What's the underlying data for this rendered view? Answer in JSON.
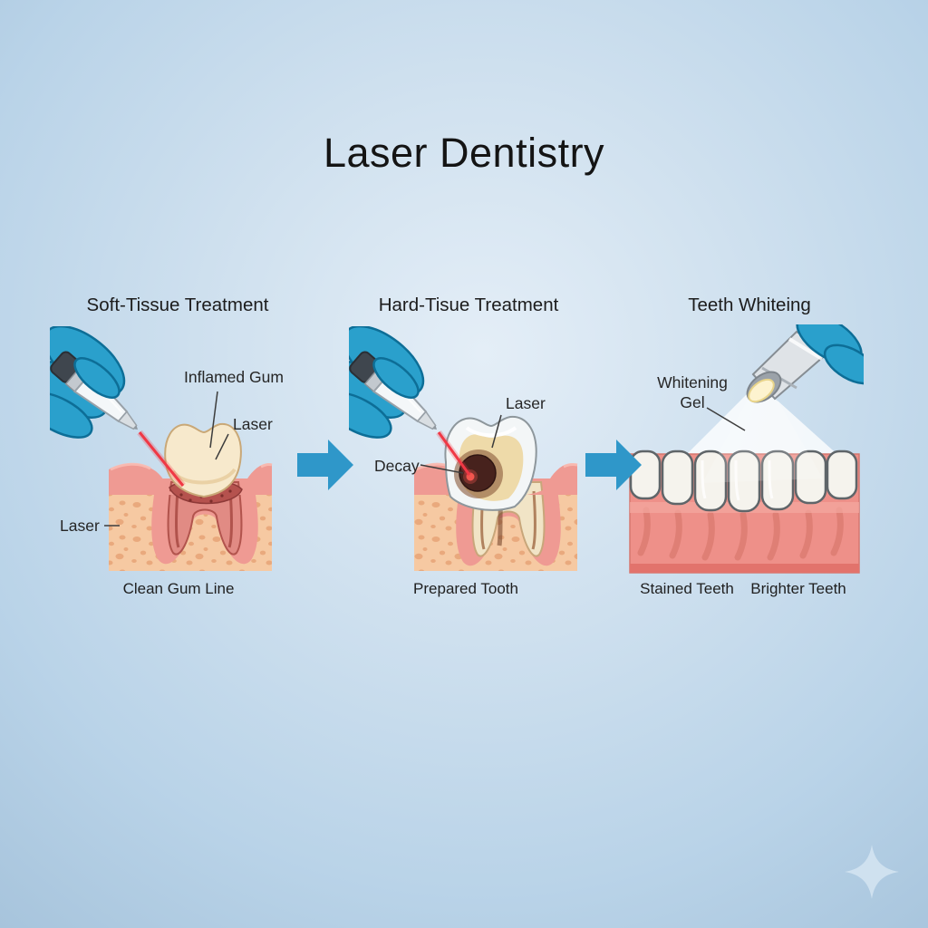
{
  "title": "Laser Dentistry",
  "panels": {
    "soft": {
      "heading": "Soft-Tissue Treatment",
      "labels": {
        "inflamed_gum": "Inflamed Gum",
        "laser": "Laser",
        "laser_device": "Laser"
      },
      "caption": "Clean Gum Line"
    },
    "hard": {
      "heading": "Hard-Tisue Treatment",
      "labels": {
        "laser": "Laser",
        "decay": "Decay"
      },
      "caption": "Prepared Tooth"
    },
    "white": {
      "heading": "Teeth Whiteing",
      "labels": {
        "gel": "Whitening Gel"
      },
      "captions": {
        "left": "Stained Teeth",
        "right": "Brighter Teeth"
      }
    }
  },
  "icons": {
    "flow_arrow": "right-arrow",
    "sparkle": "four-point-sparkle"
  },
  "colors": {
    "background_center": "#e4eef7",
    "background_edge": "#a7c4dc",
    "arrow_blue": "#2f97c9",
    "glove_blue": "#2aa0cc",
    "laser_beam_red": "#f03845",
    "gum_pink": "#ef9a93",
    "bone_peach": "#f6c9a2",
    "tooth_cream": "#f7e9cc",
    "enamel_white": "#f3f6f7",
    "decay_brown": "#47221d",
    "inflamed_red": "#b5524e",
    "text_dark": "#1c1c1c"
  }
}
